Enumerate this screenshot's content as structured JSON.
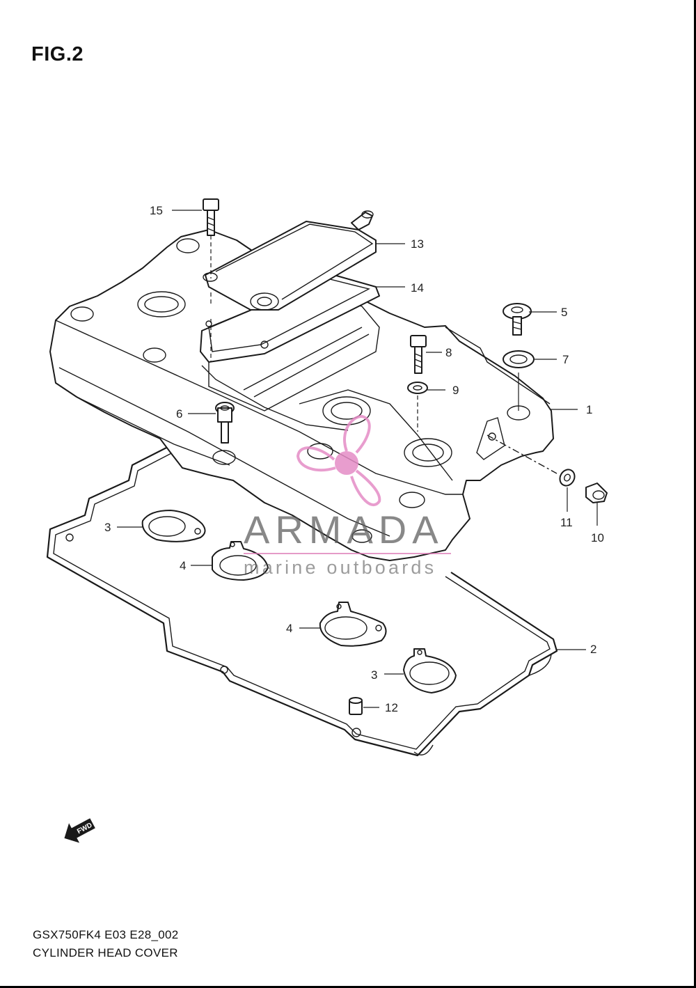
{
  "figure": {
    "title": "FIG.2"
  },
  "callouts": [
    {
      "id": "1",
      "label": "1"
    },
    {
      "id": "2",
      "label": "2"
    },
    {
      "id": "3a",
      "label": "3"
    },
    {
      "id": "3b",
      "label": "3"
    },
    {
      "id": "4a",
      "label": "4"
    },
    {
      "id": "4b",
      "label": "4"
    },
    {
      "id": "5",
      "label": "5"
    },
    {
      "id": "6",
      "label": "6"
    },
    {
      "id": "7",
      "label": "7"
    },
    {
      "id": "8",
      "label": "8"
    },
    {
      "id": "9",
      "label": "9"
    },
    {
      "id": "10",
      "label": "10"
    },
    {
      "id": "11",
      "label": "11"
    },
    {
      "id": "12",
      "label": "12"
    },
    {
      "id": "13",
      "label": "13"
    },
    {
      "id": "14",
      "label": "14"
    },
    {
      "id": "15",
      "label": "15"
    }
  ],
  "watermark": {
    "name": "ARMADA",
    "tagline": "marine outboards",
    "accent_color": "#e58cc6",
    "text_color": "#5a5a5a",
    "icon": "propeller-logo"
  },
  "orientation": {
    "label": "FWD",
    "icon": "forward-arrow-icon"
  },
  "footer": {
    "code": "GSX750FK4 E03 E28_002",
    "name": "CYLINDER HEAD COVER"
  }
}
